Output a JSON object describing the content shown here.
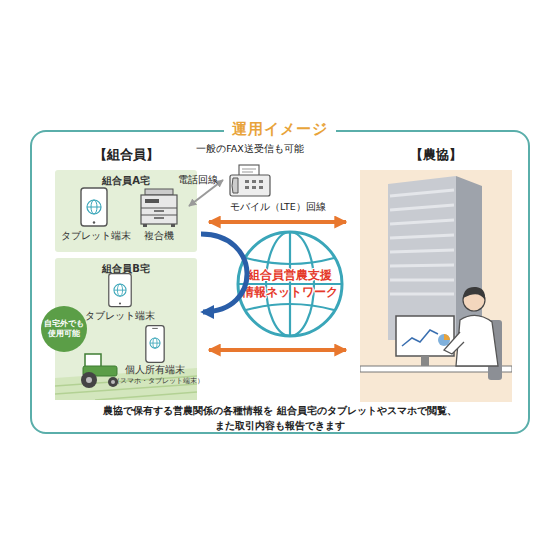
{
  "diagram": {
    "title": "運用イメージ",
    "caption": "農協で保有する営農関係の各種情報を 組合員宅のタブレットやスマホで閲覧、また取引内容も報告できます",
    "nodes": [
      {
        "text": [
          "組合員A宅"
        ]
      },
      {
        "text": [
          "タブレット端末"
        ],
        "in": 0
      },
      {
        "text": [
          "複合機"
        ],
        "in": 0
      },
      {
        "text": [
          "組合員B宅"
        ]
      },
      {
        "text": [
          "タブレット端末"
        ],
        "in": 3
      },
      {
        "text": [
          "個人所有端末",
          "（スマホ・タブレット端末）"
        ],
        "in": 3
      },
      {
        "text": [
          "自宅外でも使用可能"
        ],
        "in": 3
      },
      {
        "text": [
          "一般のFAX送受信も可能"
        ]
      },
      {
        "text": [
          "組合員営農支援 情報ネットワーク"
        ]
      },
      {
        "text": [
          "【農協】"
        ]
      }
    ],
    "edges": [
      {
        "from": 2,
        "to": 7,
        "label": "電話回線",
        "arrow": "both"
      },
      {
        "from": 0,
        "to": 9,
        "label": "モバイル（LTE）回線",
        "arrow": "both"
      },
      {
        "from": 3,
        "to": 9,
        "arrow": "both"
      },
      {
        "from": 0,
        "to": 3,
        "arrow": "to"
      }
    ],
    "labels": [
      "【組合員】"
    ]
  }
}
